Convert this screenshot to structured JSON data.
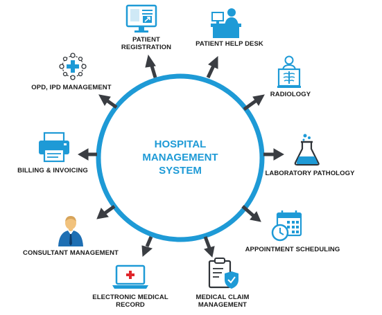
{
  "center": {
    "lines": [
      "HOSPITAL",
      "MANAGEMENT",
      "SYSTEM"
    ]
  },
  "modules": [
    {
      "label_lines": [
        "PATIENT",
        "REGISTRATION"
      ],
      "icon": "registration-monitor-icon"
    },
    {
      "label_lines": [
        "PATIENT HELP DESK"
      ],
      "icon": "help-desk-icon"
    },
    {
      "label_lines": [
        "RADIOLOGY"
      ],
      "icon": "radiology-xray-icon"
    },
    {
      "label_lines": [
        "LABORATORY PATHOLOGY"
      ],
      "icon": "lab-flask-icon"
    },
    {
      "label_lines": [
        "APPOINTMENT SCHEDULING"
      ],
      "icon": "calendar-clock-icon"
    },
    {
      "label_lines": [
        "MEDICAL CLAIM",
        "MANAGEMENT"
      ],
      "icon": "clipboard-shield-icon"
    },
    {
      "label_lines": [
        "ELECTRONIC MEDICAL",
        "RECORD"
      ],
      "icon": "laptop-medical-icon"
    },
    {
      "label_lines": [
        "CONSULTANT MANAGEMENT"
      ],
      "icon": "doctor-icon"
    },
    {
      "label_lines": [
        "BILLING & INVOICING"
      ],
      "icon": "printer-icon"
    },
    {
      "label_lines": [
        "OPD, IPD MANAGEMENT"
      ],
      "icon": "network-cross-icon"
    }
  ],
  "colors": {
    "accent": "#1e9ad6",
    "arrow": "#3a3d42",
    "text": "#1a1a1a"
  }
}
